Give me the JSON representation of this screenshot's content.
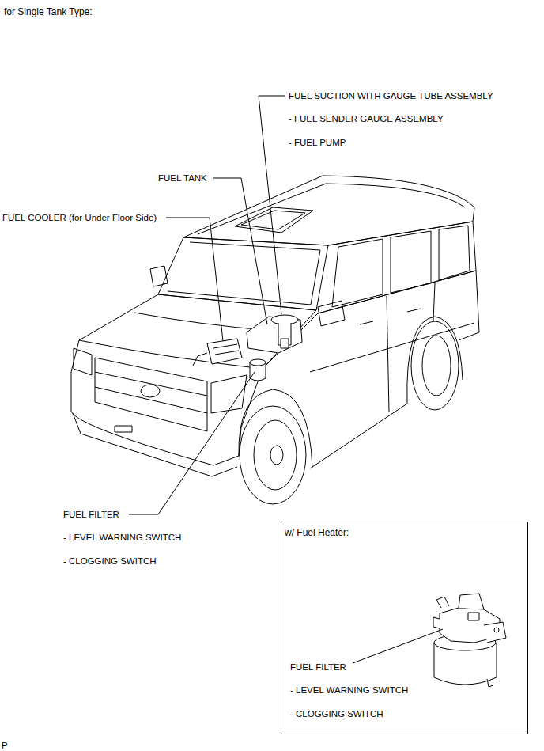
{
  "diagram": {
    "title": "for Single Tank Type:",
    "nodes": [
      {
        "text": [
          "w/ Fuel Heater:"
        ]
      }
    ],
    "labels": [
      "FUEL SUCTION WITH GAUGE TUBE ASSEMBLY",
      "- FUEL SENDER GAUGE ASSEMBLY",
      "- FUEL PUMP",
      "FUEL TANK",
      "FUEL COOLER (for Under Floor Side)",
      "FUEL FILTER",
      "- LEVEL WARNING SWITCH",
      "- CLOGGING SWITCH",
      "FUEL FILTER",
      "- LEVEL WARNING SWITCH",
      "- CLOGGING SWITCH",
      "P"
    ]
  }
}
